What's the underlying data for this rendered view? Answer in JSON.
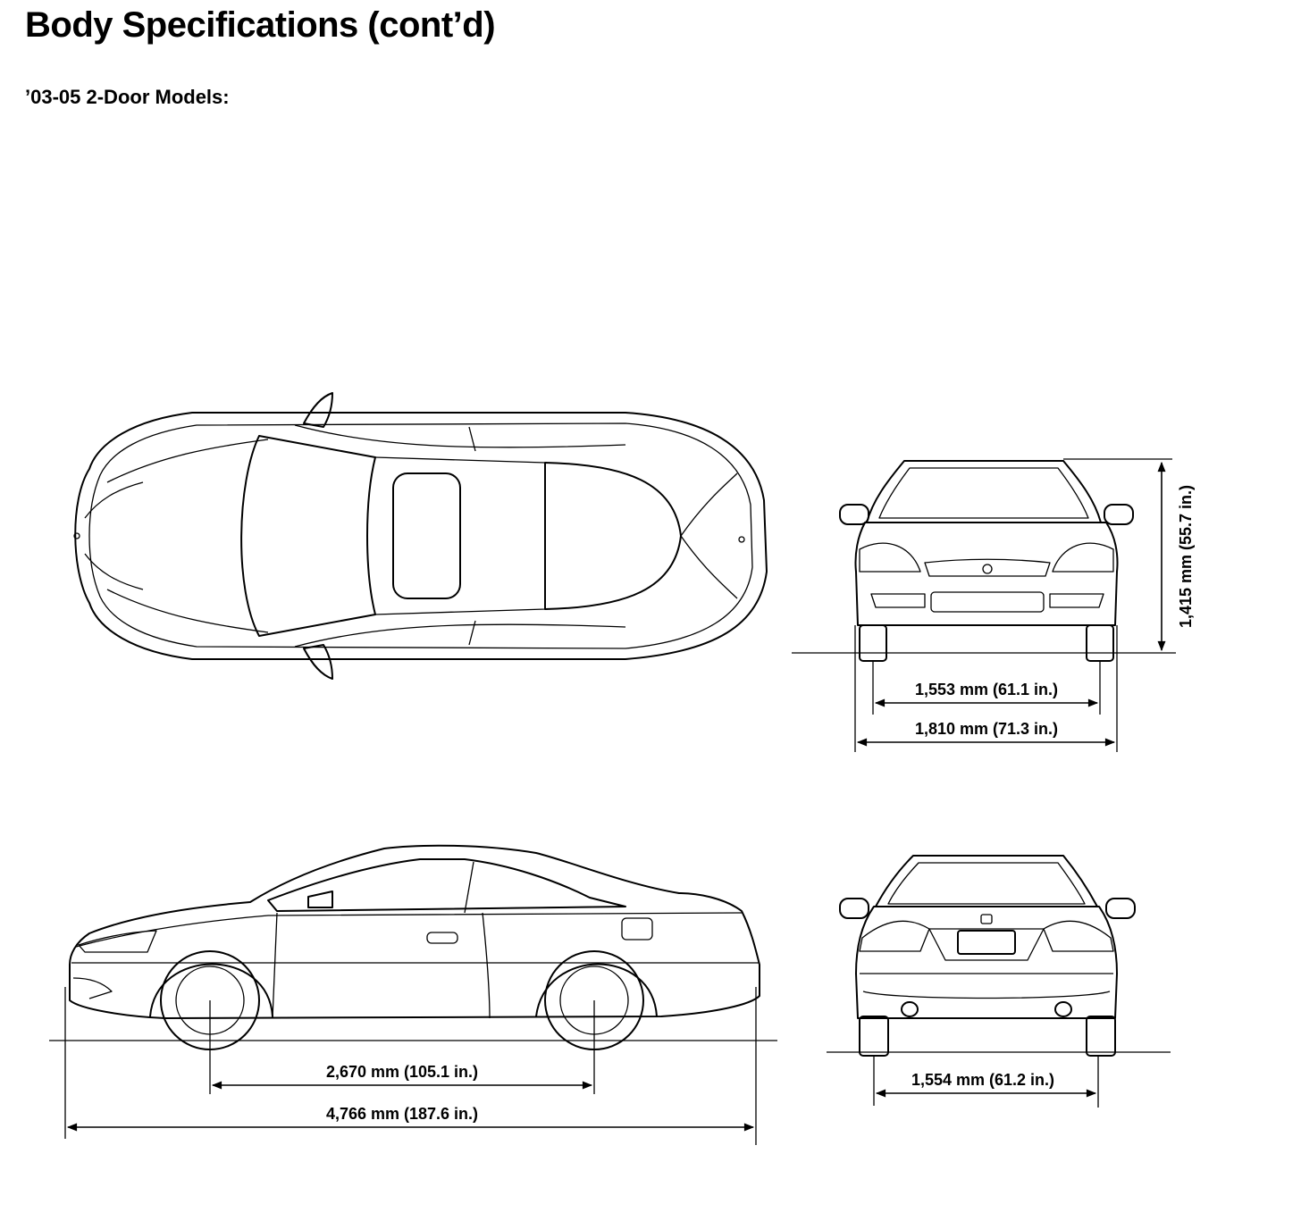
{
  "page": {
    "title": "Body Specifications (cont’d)",
    "subtitle": "’03-05 2-Door Models:"
  },
  "views": [
    {
      "name": "top-view"
    },
    {
      "name": "front-view"
    },
    {
      "name": "side-view"
    },
    {
      "name": "rear-view"
    }
  ],
  "dimensions": {
    "overall_height": "1,415 mm (55.7 in.)",
    "front_tread": "1,553 mm (61.1 in.)",
    "overall_width": "1,810 mm (71.3 in.)",
    "wheelbase": "2,670 mm (105.1 in.)",
    "overall_length": "4,766 mm (187.6 in.)",
    "rear_tread": "1,554 mm (61.2 in.)"
  }
}
